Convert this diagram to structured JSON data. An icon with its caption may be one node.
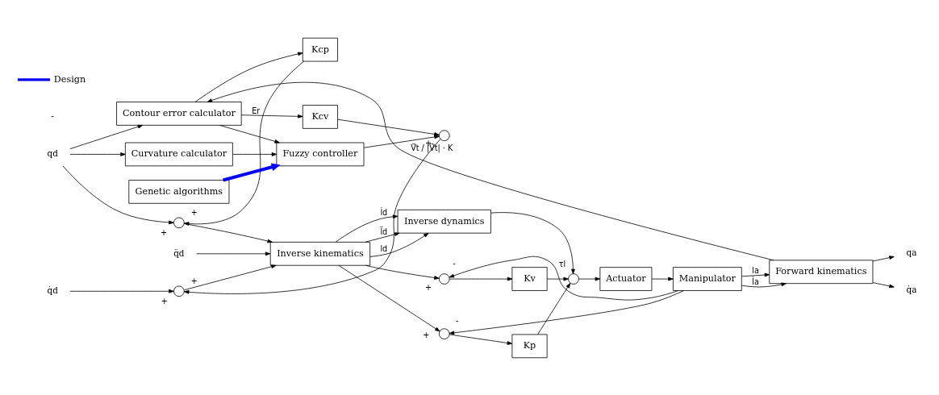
{
  "diagram": {
    "nodes": [
      {
        "text": [
          "Inverse kinematics"
        ]
      },
      {
        "text": [
          "Inverse dynamics"
        ]
      },
      {
        "text": [
          "Actuator"
        ]
      },
      {
        "text": [
          "Manipulator"
        ]
      },
      {
        "text": [
          "Forward kinematics"
        ]
      },
      {
        "text": [
          "Kv"
        ]
      },
      {
        "text": [
          "Kp"
        ]
      },
      {
        "text": [
          "Kcv"
        ]
      },
      {
        "text": [
          "Kcp"
        ]
      },
      {
        "text": [
          "Curvature calculator"
        ]
      },
      {
        "text": [
          "Fuzzy controller"
        ]
      },
      {
        "text": [
          "Contour error calculator"
        ]
      },
      {
        "text": [
          "Genetic algorithms"
        ]
      },
      {
        "text": [],
        "shape": "circle"
      },
      {
        "text": [],
        "shape": "circle"
      },
      {
        "text": [],
        "shape": "circle"
      },
      {
        "text": [],
        "shape": "circle"
      },
      {
        "text": [],
        "shape": "circle"
      },
      {
        "text": [],
        "shape": "circle"
      },
      {
        "text": [
          "qd"
        ]
      },
      {
        "text": [
          "q̇d"
        ]
      },
      {
        "text": [
          "q̈d"
        ]
      },
      {
        "text": [
          "qa"
        ]
      },
      {
        "text": [
          "q̇a"
        ]
      }
    ],
    "edges": [
      {
        "from": 19,
        "to": 13,
        "arrow": "to",
        "label": "+"
      },
      {
        "from": 19,
        "to": 9,
        "arrow": "to"
      },
      {
        "from": 19,
        "to": 11,
        "arrow": "to"
      },
      {
        "from": 20,
        "to": 14,
        "arrow": "to",
        "label": "+"
      },
      {
        "from": 21,
        "to": 0,
        "arrow": "to"
      },
      {
        "from": 13,
        "to": 0,
        "arrow": "to"
      },
      {
        "from": 14,
        "to": 0,
        "arrow": "to"
      },
      {
        "from": 0,
        "to": 1,
        "arrow": "to",
        "label": "ld"
      },
      {
        "from": 0,
        "to": 1,
        "arrow": "to",
        "label": "l̇d"
      },
      {
        "from": 0,
        "to": 1,
        "arrow": "to",
        "label": "l̈d"
      },
      {
        "from": 0,
        "to": 18,
        "arrow": "to",
        "label": "+"
      },
      {
        "from": 0,
        "to": 15,
        "arrow": "to",
        "label": "+"
      },
      {
        "from": 1,
        "to": 16,
        "arrow": "to",
        "label": "τl"
      },
      {
        "from": 15,
        "to": 5,
        "arrow": "to"
      },
      {
        "from": 5,
        "to": 16,
        "arrow": "to"
      },
      {
        "from": 16,
        "to": 2,
        "arrow": "to"
      },
      {
        "from": 2,
        "to": 3,
        "arrow": "to"
      },
      {
        "from": 3,
        "to": 4,
        "arrow": "to",
        "label": "la"
      },
      {
        "from": 3,
        "to": 4,
        "arrow": "to",
        "label": "l̇a"
      },
      {
        "from": 3,
        "to": 18,
        "arrow": "to",
        "label": "-"
      },
      {
        "from": 3,
        "to": 15,
        "arrow": "to",
        "label": "-"
      },
      {
        "from": 18,
        "to": 6,
        "arrow": "to"
      },
      {
        "from": 6,
        "to": 16,
        "arrow": "to"
      },
      {
        "from": 4,
        "to": 22,
        "arrow": "to"
      },
      {
        "from": 4,
        "to": 23,
        "arrow": "to"
      },
      {
        "from": 4,
        "to": 11,
        "arrow": "to"
      },
      {
        "from": 11,
        "to": 7,
        "arrow": "to",
        "label": "Er"
      },
      {
        "from": 11,
        "to": 8,
        "arrow": "to"
      },
      {
        "from": 11,
        "to": 10,
        "arrow": "to"
      },
      {
        "from": 7,
        "to": 17,
        "arrow": "to",
        "label": "+"
      },
      {
        "from": 10,
        "to": 17,
        "arrow": "to",
        "label": "V⃗t / |V⃗t| · K"
      },
      {
        "from": 17,
        "to": 14,
        "arrow": "to",
        "label": "+"
      },
      {
        "from": 8,
        "to": 13,
        "arrow": "to",
        "label": "+"
      },
      {
        "from": 9,
        "to": 10,
        "arrow": "to"
      },
      {
        "from": 12,
        "to": 10,
        "arrow": "to",
        "style": "thick",
        "color": "#0000ff"
      }
    ],
    "labels": [
      "-"
    ],
    "legend": [
      {
        "text": "Design"
      }
    ]
  }
}
